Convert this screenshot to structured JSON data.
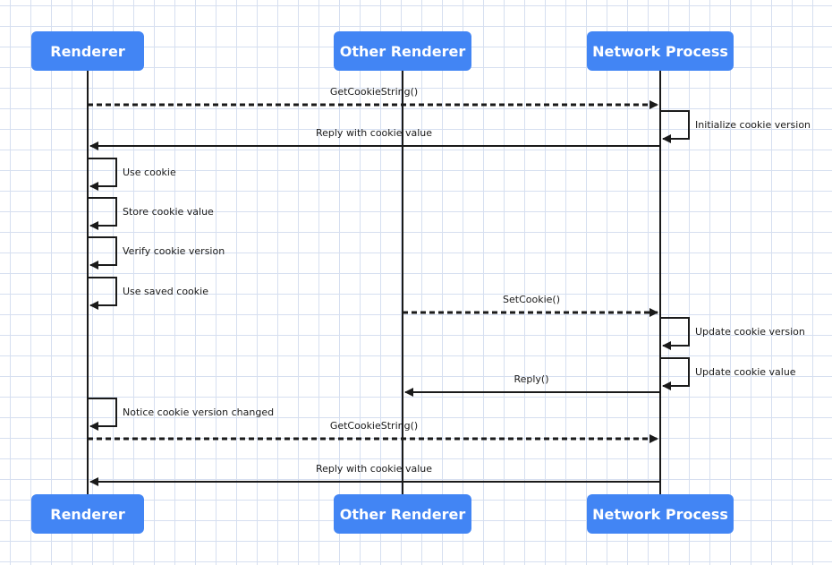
{
  "actors": [
    "Renderer",
    "Other Renderer",
    "Network Process"
  ],
  "messages": [
    {
      "from": 0,
      "to": 2,
      "label": "GetCookieString()",
      "style": "dashed"
    },
    {
      "from": 2,
      "to": 2,
      "label": "Initialize cookie version",
      "style": "self"
    },
    {
      "from": 2,
      "to": 0,
      "label": "Reply with cookie value",
      "style": "solid"
    },
    {
      "from": 0,
      "to": 0,
      "label": "Use cookie",
      "style": "self"
    },
    {
      "from": 0,
      "to": 0,
      "label": "Store cookie value",
      "style": "self"
    },
    {
      "from": 0,
      "to": 0,
      "label": "Verify cookie version",
      "style": "self"
    },
    {
      "from": 0,
      "to": 0,
      "label": "Use saved cookie",
      "style": "self"
    },
    {
      "from": 1,
      "to": 2,
      "label": "SetCookie()",
      "style": "dashed"
    },
    {
      "from": 2,
      "to": 2,
      "label": "Update cookie version",
      "style": "self"
    },
    {
      "from": 2,
      "to": 2,
      "label": "Update cookie value",
      "style": "self"
    },
    {
      "from": 2,
      "to": 1,
      "label": "Reply()",
      "style": "solid"
    },
    {
      "from": 0,
      "to": 0,
      "label": "Notice cookie version changed",
      "style": "self"
    },
    {
      "from": 0,
      "to": 2,
      "label": "GetCookieString()",
      "style": "dashed"
    },
    {
      "from": 2,
      "to": 0,
      "label": "Reply with cookie value",
      "style": "solid"
    }
  ],
  "colors": {
    "actor_fill": "#4285f4",
    "actor_text": "#ffffff",
    "line": "#1a1a1a"
  }
}
